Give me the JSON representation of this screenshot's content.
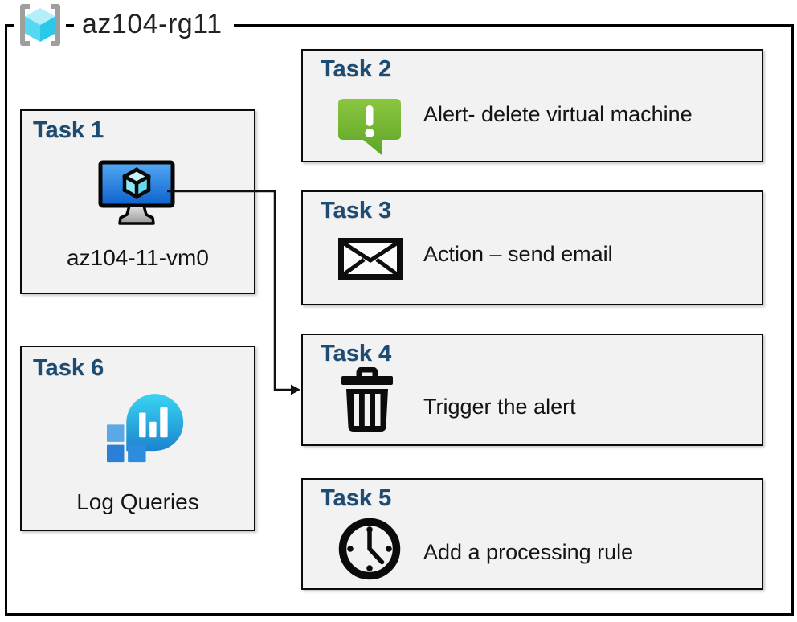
{
  "header": {
    "resource_group": "az104-rg11",
    "icon": "resource-group-icon"
  },
  "colors": {
    "title_accent": "#1C4B74",
    "box_fill": "#F2F2F2",
    "box_border": "#0B0B0B",
    "alert_green_top": "#8BC63F",
    "alert_green_bottom": "#5EA527",
    "vm_screen_blue_top": "#54AAF4",
    "vm_screen_blue_bottom": "#0D60CC",
    "log_bubble_top": "#3AD4F2",
    "log_bubble_bottom": "#1B84CE",
    "log_square_light": "#5CA7E6",
    "log_square_dark": "#2B7FD6",
    "rg_cube_top": "#B4EEF9",
    "rg_cube_left": "#55D8F0",
    "rg_cube_right": "#2BC8E9",
    "bracket_gray": "#9E9E9E"
  },
  "tasks": [
    {
      "id": "task-1",
      "title": "Task 1",
      "label": "az104-11-vm0",
      "icon": "virtual-machine-icon"
    },
    {
      "id": "task-2",
      "title": "Task 2",
      "label": "Alert- delete virtual machine",
      "icon": "alert-message-icon"
    },
    {
      "id": "task-3",
      "title": "Task 3",
      "label": "Action – send email",
      "icon": "email-envelope-icon"
    },
    {
      "id": "task-4",
      "title": "Task 4",
      "label": "Trigger the alert",
      "icon": "delete-trash-icon"
    },
    {
      "id": "task-5",
      "title": "Task 5",
      "label": "Add a processing rule",
      "icon": "clock-icon"
    },
    {
      "id": "task-6",
      "title": "Task 6",
      "label": "Log Queries",
      "icon": "log-queries-icon"
    }
  ],
  "connector": {
    "from": "task-1 virtual machine",
    "to": "task-4 box",
    "style": "elbow-arrow"
  }
}
